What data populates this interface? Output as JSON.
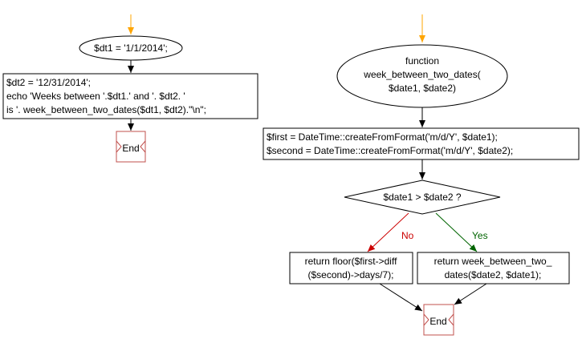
{
  "colors": {
    "entry_arrow": "#ffa500",
    "flow_arrow": "#000000",
    "no_branch": "#cc0000",
    "yes_branch": "#006400",
    "end_border": "#c0504d"
  },
  "main_flow": {
    "assign_dt1": "$dt1 = '1/1/2014';",
    "statements": [
      "$dt2 = '12/31/2014';",
      "echo 'Weeks between '.$dt1.' and '. $dt2. '",
      "is '. week_between_two_dates($dt1, $dt2).\"\\n\";"
    ],
    "end_label": "End"
  },
  "function_flow": {
    "signature": [
      "function",
      "week_between_two_dates(",
      "$date1, $date2)"
    ],
    "create_dates": [
      "$first = DateTime::createFromFormat('m/d/Y', $date1);",
      "$second = DateTime::createFromFormat('m/d/Y', $date2);"
    ],
    "condition": "$date1 > $date2 ?",
    "no_label": "No",
    "yes_label": "Yes",
    "no_action": [
      "return floor($first->diff",
      "($second)->days/7);"
    ],
    "yes_action": [
      "return week_between_two_",
      "dates($date2, $date1);"
    ],
    "end_label": "End"
  }
}
